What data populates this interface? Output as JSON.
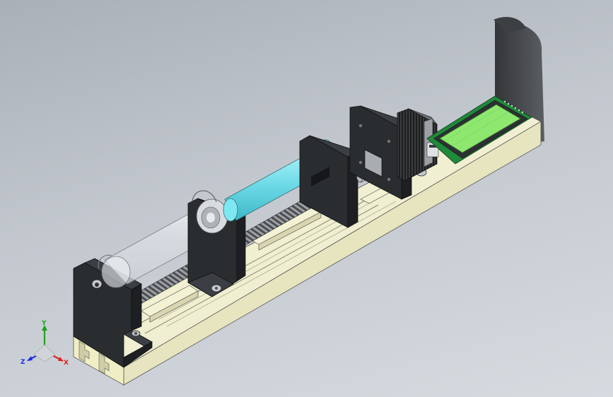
{
  "viewport": {
    "name": "3d-model-viewport",
    "background_colors": [
      "#aab0b8",
      "#d7dbe0"
    ]
  },
  "model": {
    "name": "syringe-pump-assembly",
    "components": [
      "base-rail",
      "end-block-left",
      "syringe-holder-block",
      "plunger-holder-block",
      "motor-mount-plate",
      "stepper-motor",
      "lcd-display-module",
      "syringe-barrel",
      "syringe-plunger",
      "lead-screw"
    ],
    "colors": {
      "base": "#f2f0c8",
      "block": "#2a2d30",
      "plunger": "#7ee8f2",
      "lcd_screen": "#8ee870",
      "lcd_pcb": "#1f8a3a",
      "barrel": "#e6eaee"
    }
  },
  "triad": {
    "x_label": "X",
    "y_label": "Y",
    "z_label": "Z",
    "x_color": "#e02020",
    "y_color": "#20a020",
    "z_color": "#2030e0"
  }
}
